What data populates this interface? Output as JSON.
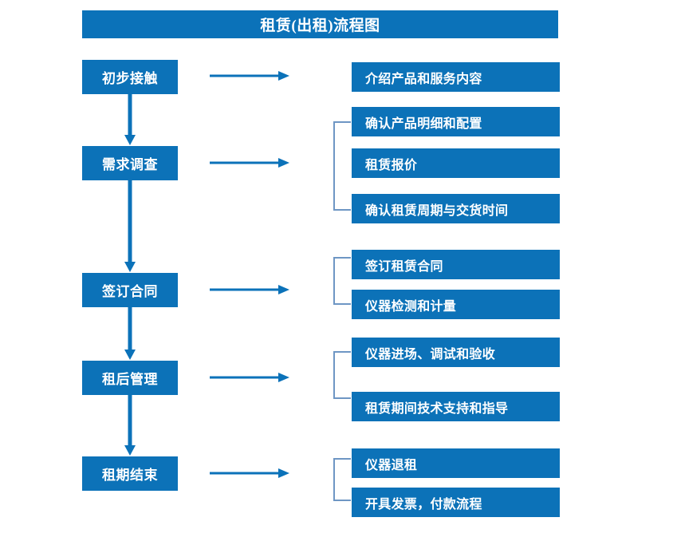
{
  "diagram": {
    "title": "租赁(出租)流程图",
    "accent_color": "#0C72B8",
    "title_color": "#0B72B9",
    "bracket_color": "#6E96C4",
    "text_color": "#FFFFFF",
    "background_color": "#FFFFFF"
  },
  "stages": [
    {
      "label": "初步接触"
    },
    {
      "label": "需求调查"
    },
    {
      "label": "签订合同"
    },
    {
      "label": "租后管理"
    },
    {
      "label": "租期结束"
    }
  ],
  "details": {
    "group1": [
      {
        "label": "介绍产品和服务内容"
      }
    ],
    "group2": [
      {
        "label": "确认产品明细和配置"
      },
      {
        "label": "租赁报价"
      },
      {
        "label": "确认租赁周期与交货时间"
      }
    ],
    "group3": [
      {
        "label": "签订租赁合同"
      },
      {
        "label": "仪器检测和计量"
      }
    ],
    "group4": [
      {
        "label": "仪器进场、调试和验收"
      },
      {
        "label": "租赁期间技术支持和指导"
      }
    ],
    "group5": [
      {
        "label": "仪器退租"
      },
      {
        "label": "开具发票，付款流程"
      }
    ]
  },
  "connectors": {
    "right_arrows": [
      {
        "name": "arrow-stage-1-to-details"
      },
      {
        "name": "arrow-stage-2-to-details"
      },
      {
        "name": "arrow-stage-3-to-details"
      },
      {
        "name": "arrow-stage-4-to-details"
      },
      {
        "name": "arrow-stage-5-to-details"
      }
    ],
    "down_arrows": [
      {
        "name": "arrow-stage-1-to-stage-2"
      },
      {
        "name": "arrow-stage-2-to-stage-3"
      },
      {
        "name": "arrow-stage-3-to-stage-4"
      },
      {
        "name": "arrow-stage-4-to-stage-5"
      }
    ],
    "brackets": [
      {
        "name": "bracket-group-2"
      },
      {
        "name": "bracket-group-3"
      },
      {
        "name": "bracket-group-4"
      },
      {
        "name": "bracket-group-5"
      }
    ]
  }
}
